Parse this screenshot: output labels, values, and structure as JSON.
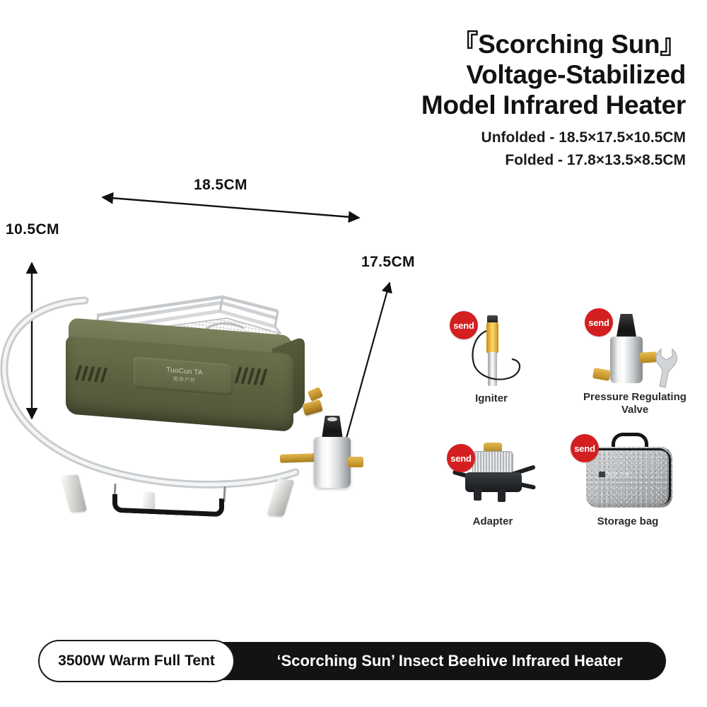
{
  "header": {
    "title_lines": [
      "『Scorching Sun』",
      "Voltage-Stabilized",
      "Model Infrared Heater"
    ],
    "specs": [
      "Unfolded - 18.5×17.5×10.5CM",
      "Folded - 17.8×13.5×8.5CM"
    ]
  },
  "dimensions": {
    "width": "18.5CM",
    "height": "10.5CM",
    "depth": "17.5CM"
  },
  "product": {
    "brand_text": "TuoCun TA",
    "brand_sub": "拓存户外"
  },
  "accessories": [
    {
      "name": "Igniter",
      "badge": "send"
    },
    {
      "name": "Pressure Regulating Valve",
      "badge": "send"
    },
    {
      "name": "Adapter",
      "badge": "send"
    },
    {
      "name": "Storage bag",
      "badge": "send"
    }
  ],
  "bag_logo": "拓存 户外",
  "banner": {
    "pill": "3500W Warm Full Tent",
    "text": "‘Scorching Sun’ Insect Beehive Infrared Heater"
  },
  "colors": {
    "badge_red": "#d41f21",
    "banner_black": "#131313",
    "body_olive": "#5e6441"
  }
}
